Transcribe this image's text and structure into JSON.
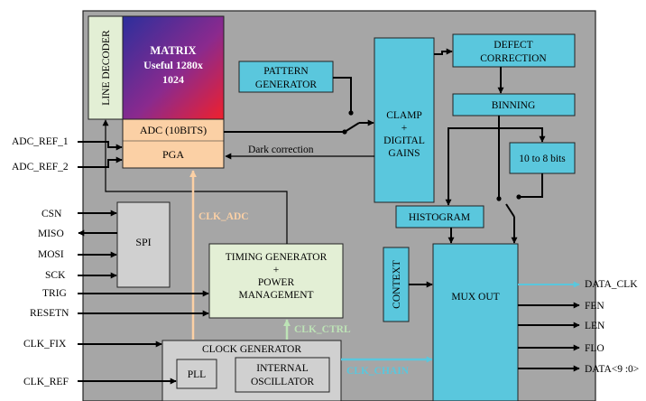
{
  "colors": {
    "chip_bg": "#a6a6a6",
    "cyan": "#5ac7dd",
    "green": "#e3efd5",
    "peach": "#fbd0a5",
    "grey_box": "#d0d0d0",
    "light_green_text": "#bde3b6",
    "peach_text": "#fbd0a5",
    "cyan_text": "#5ac7dd"
  },
  "blocks": {
    "line_decoder": "LINE DECODER",
    "matrix_line1": "MATRIX",
    "matrix_line2": "Useful 1280x",
    "matrix_line3": "1024",
    "adc": "ADC (10BITS)",
    "pga": "PGA",
    "pattern_line1": "PATTERN",
    "pattern_line2": "GENERATOR",
    "clamp_line1": "CLAMP",
    "clamp_line2": "+",
    "clamp_line3": "DIGITAL",
    "clamp_line4": "GAINS",
    "defect_line1": "DEFECT",
    "defect_line2": "CORRECTION",
    "binning": "BINNING",
    "ten_to_eight": "10 to 8 bits",
    "histogram": "HISTOGRAM",
    "context": "CONTEXT",
    "mux_out": "MUX OUT",
    "spi": "SPI",
    "timing_line1": "TIMING GENERATOR",
    "timing_line2": "+",
    "timing_line3": "POWER",
    "timing_line4": "MANAGEMENT",
    "clock_generator": "CLOCK GENERATOR",
    "pll": "PLL",
    "osc_line1": "INTERNAL",
    "osc_line2": "OSCILLATOR"
  },
  "signals": {
    "dark_correction": "Dark correction",
    "clk_adc": "CLK_ADC",
    "clk_ctrl": "CLK_CTRL",
    "clk_chain": "CLK_CHAIN"
  },
  "inputs": [
    "ADC_REF_1",
    "ADC_REF_2",
    "CSN",
    "MISO",
    "MOSI",
    "SCK",
    "TRIG",
    "RESETN",
    "CLK_FIX",
    "CLK_REF"
  ],
  "outputs": [
    "DATA_CLK",
    "FEN",
    "LEN",
    "FLO",
    "DATA<9 :0>"
  ]
}
